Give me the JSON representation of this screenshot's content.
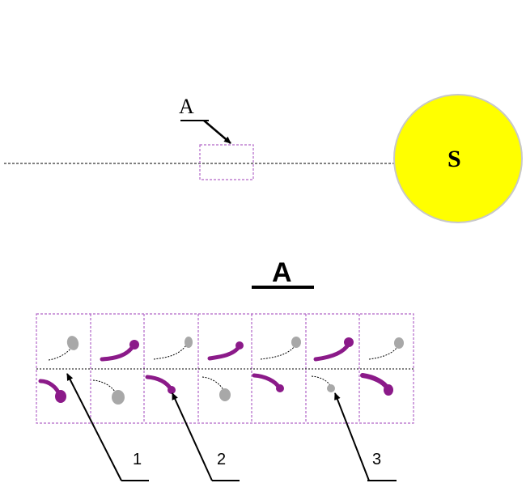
{
  "top_section": {
    "region_label": "A",
    "sun_label": "S",
    "sun_color": "#FFFF00"
  },
  "zoom_section": {
    "title": "A",
    "grid_border_color": "#B266C8",
    "accent_color": "#8B1A89",
    "grey_color": "#A8A8A8",
    "callouts": [
      "1",
      "2",
      "3"
    ]
  }
}
